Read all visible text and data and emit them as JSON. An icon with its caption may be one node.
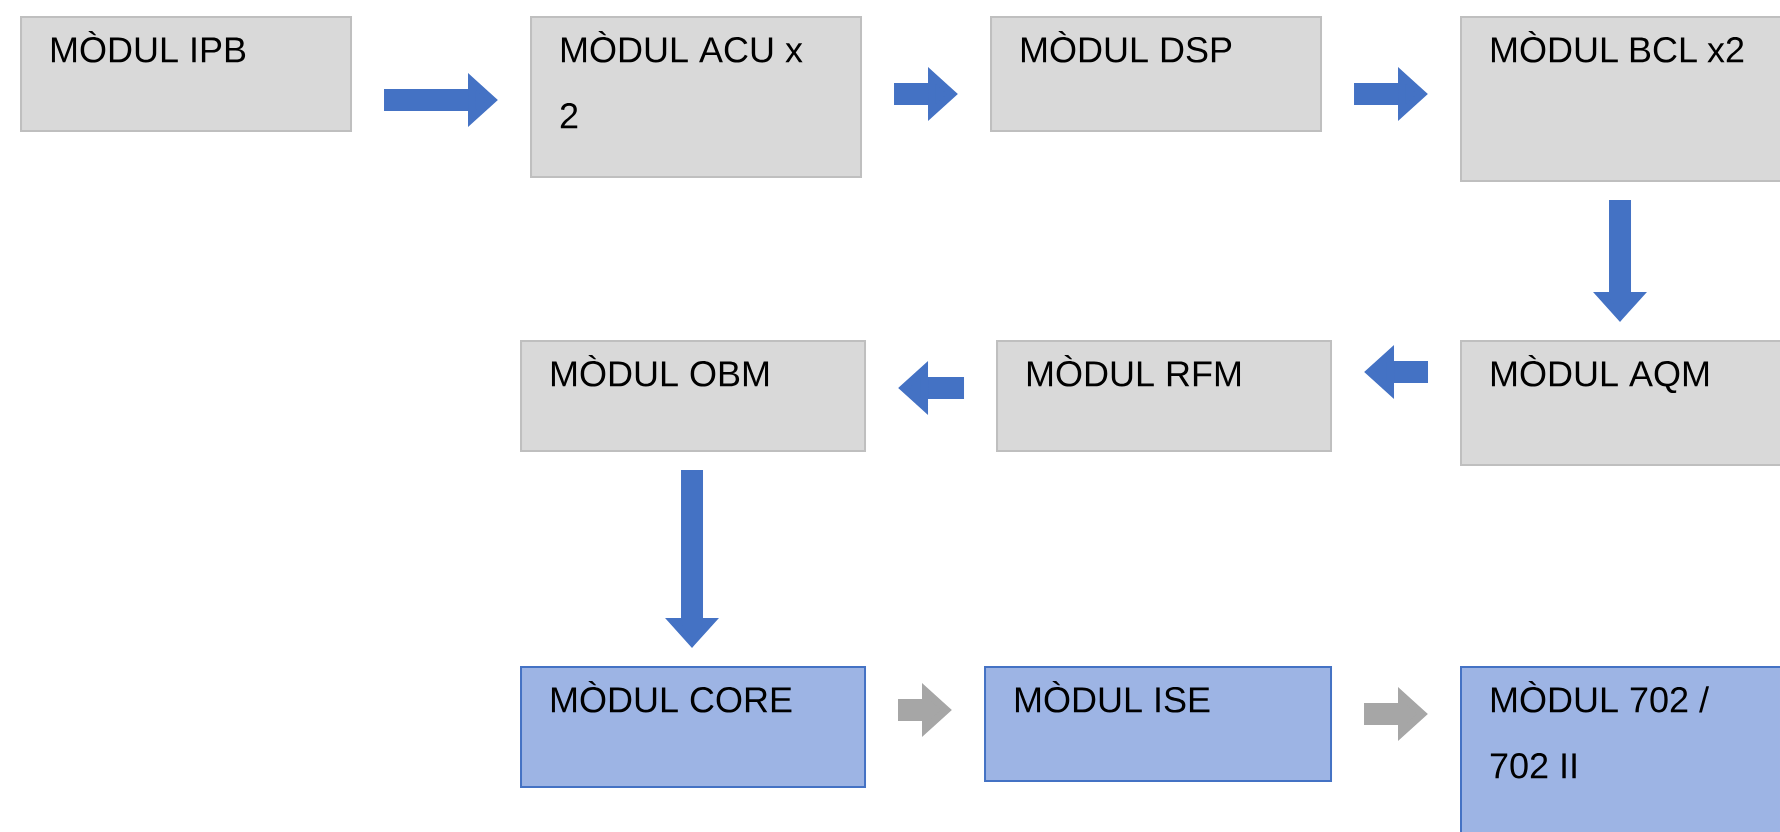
{
  "diagram": {
    "nodes": [
      {
        "text": [
          "MÒDUL IPB"
        ]
      },
      {
        "text": [
          "MÒDUL ACU x 2"
        ]
      },
      {
        "text": [
          "MÒDUL DSP"
        ]
      },
      {
        "text": [
          "MÒDUL BCL x2"
        ]
      },
      {
        "text": [
          "MÒDUL AQM"
        ]
      },
      {
        "text": [
          "MÒDUL RFM"
        ]
      },
      {
        "text": [
          "MÒDUL OBM"
        ]
      },
      {
        "text": [
          "MÒDUL CORE"
        ]
      },
      {
        "text": [
          "MÒDUL ISE"
        ]
      },
      {
        "text": [
          "MÒDUL 702 / 702 II"
        ]
      }
    ],
    "edges": [
      {
        "from": 0,
        "to": 1,
        "arrow": "to"
      },
      {
        "from": 1,
        "to": 2,
        "arrow": "to"
      },
      {
        "from": 2,
        "to": 3,
        "arrow": "to"
      },
      {
        "from": 3,
        "to": 4,
        "arrow": "to"
      },
      {
        "from": 4,
        "to": 5,
        "arrow": "to"
      },
      {
        "from": 5,
        "to": 6,
        "arrow": "to"
      },
      {
        "from": 6,
        "to": 7,
        "arrow": "to"
      },
      {
        "from": 7,
        "to": 8,
        "arrow": "to",
        "color": "#a6a6a6"
      },
      {
        "from": 8,
        "to": 9,
        "arrow": "to",
        "color": "#a6a6a6"
      }
    ]
  }
}
